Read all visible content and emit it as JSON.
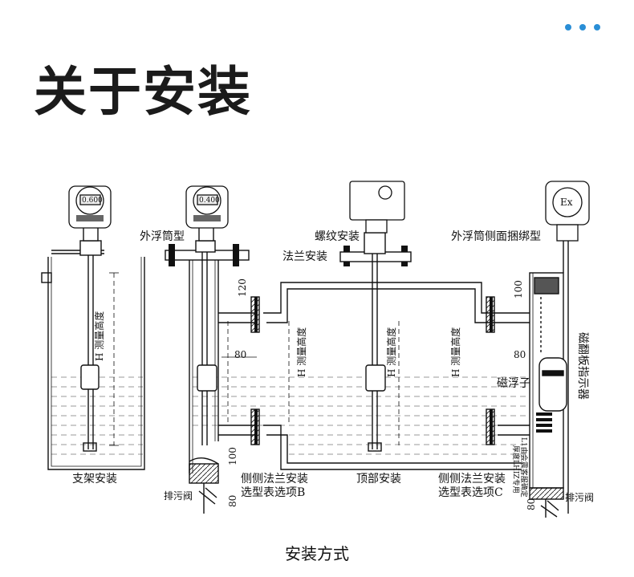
{
  "header": {
    "title": "关于安装",
    "dots_color": "#2a8ed6"
  },
  "diagram": {
    "labels": {
      "outer_float": "外浮筒型",
      "thread_install": "螺纹安装",
      "flange_install": "法兰安装",
      "side_strap": "外浮筒侧面捆绑型",
      "magnetic_float": "磁浮子",
      "flip_indicator": "磁翻板指示器",
      "bracket_install": "支架安装",
      "side_flange_b_1": "侧侧法兰安装",
      "side_flange_b_2": "选型表选项B",
      "top_install": "顶部安装",
      "side_flange_c_1": "侧侧法兰安装",
      "side_flange_c_2": "选型表选项C",
      "drain_valve_1": "排污阀",
      "drain_valve_2": "排污阀",
      "l1_note": "L1由会震客服确定",
      "l1_note2": "厚度LHIZ专用",
      "ex_mark": "Ex"
    },
    "measure": {
      "h1": "H 测量高度",
      "h2": "H 测量高度",
      "h3": "H 测量高度",
      "h4": "H 测量高度"
    },
    "dims": {
      "d120": "120",
      "d80a": "80",
      "d100a": "100",
      "d80b": "80",
      "d100b": "100",
      "d80c": "80",
      "d80d": "80"
    },
    "displays": {
      "screen1": "0.600",
      "screen2": "0.400"
    }
  },
  "footer": {
    "caption": "安装方式"
  }
}
